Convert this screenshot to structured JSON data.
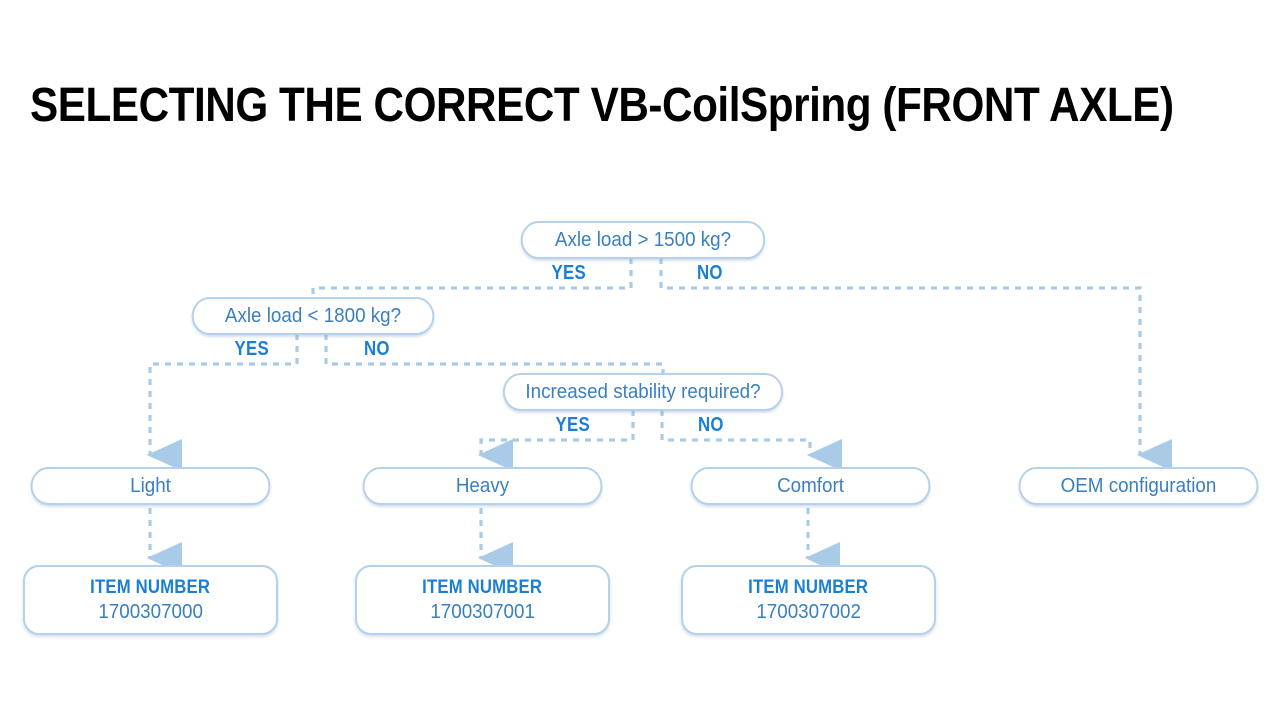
{
  "page": {
    "title": "SELECTING THE CORRECT VB-CoilSpring (FRONT AXLE)",
    "background": "#ffffff",
    "colors": {
      "title_text": "#000000",
      "node_border": "#b4d0ea",
      "node_text": "#3a7fbf",
      "branch_label": "#1a7fd4",
      "connector": "#a9cbe8",
      "item_heading": "#1a7fd4"
    }
  },
  "chart_data": {
    "type": "diagram",
    "diagram_kind": "decision-flowchart",
    "title": "SELECTING THE CORRECT VB-CoilSpring (FRONT AXLE)",
    "decisions": [
      {
        "id": "d1",
        "text": "Axle load > 1500 kg?",
        "yes_label": "YES",
        "no_label": "NO",
        "yes_target": "d2",
        "no_target": "r4"
      },
      {
        "id": "d2",
        "text": "Axle load < 1800 kg?",
        "yes_label": "YES",
        "no_label": "NO",
        "yes_target": "r1",
        "no_target": "d3"
      },
      {
        "id": "d3",
        "text": "Increased stability required?",
        "yes_label": "YES",
        "no_label": "NO",
        "yes_target": "r2",
        "no_target": "r3"
      }
    ],
    "results": [
      {
        "id": "r1",
        "text": "Light",
        "item_target": "i1"
      },
      {
        "id": "r2",
        "text": "Heavy",
        "item_target": "i2"
      },
      {
        "id": "r3",
        "text": "Comfort",
        "item_target": "i3"
      },
      {
        "id": "r4",
        "text": "OEM configuration",
        "item_target": null
      }
    ],
    "items": [
      {
        "id": "i1",
        "heading": "ITEM NUMBER",
        "number": "1700307000"
      },
      {
        "id": "i2",
        "heading": "ITEM NUMBER",
        "number": "1700307001"
      },
      {
        "id": "i3",
        "heading": "ITEM NUMBER",
        "number": "1700307002"
      }
    ]
  },
  "nodes": {
    "decision1": {
      "label": "Axle load > 1500 kg?",
      "yes": "YES",
      "no": "NO"
    },
    "decision2": {
      "label": "Axle load < 1800 kg?",
      "yes": "YES",
      "no": "NO"
    },
    "decision3": {
      "label": "Increased stability required?",
      "yes": "YES",
      "no": "NO"
    },
    "result_light": {
      "label": "Light"
    },
    "result_heavy": {
      "label": "Heavy"
    },
    "result_comfort": {
      "label": "Comfort"
    },
    "result_oem": {
      "label": "OEM configuration"
    },
    "item1": {
      "heading": "ITEM NUMBER",
      "number": "1700307000"
    },
    "item2": {
      "heading": "ITEM NUMBER",
      "number": "1700307001"
    },
    "item3": {
      "heading": "ITEM NUMBER",
      "number": "1700307002"
    }
  }
}
